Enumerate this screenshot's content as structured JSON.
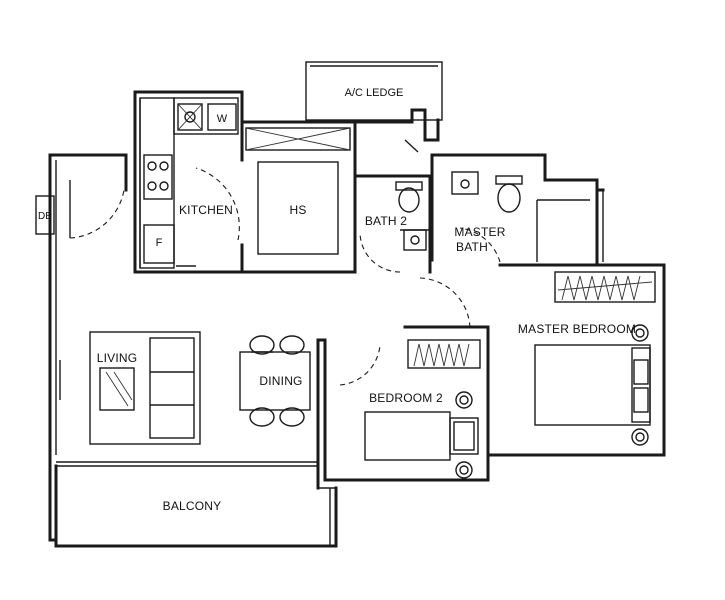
{
  "rooms": {
    "ac_ledge": "A/C LEDGE",
    "kitchen": "KITCHEN",
    "hs": "HS",
    "bath2": "BATH 2",
    "master_bath_line1": "MASTER",
    "master_bath_line2": "BATH",
    "master_bedroom": "MASTER BEDROOM",
    "bedroom2": "BEDROOM 2",
    "living": "LIVING",
    "dining": "DINING",
    "balcony": "BALCONY",
    "db": "DB",
    "washer": "W",
    "fridge": "F"
  }
}
